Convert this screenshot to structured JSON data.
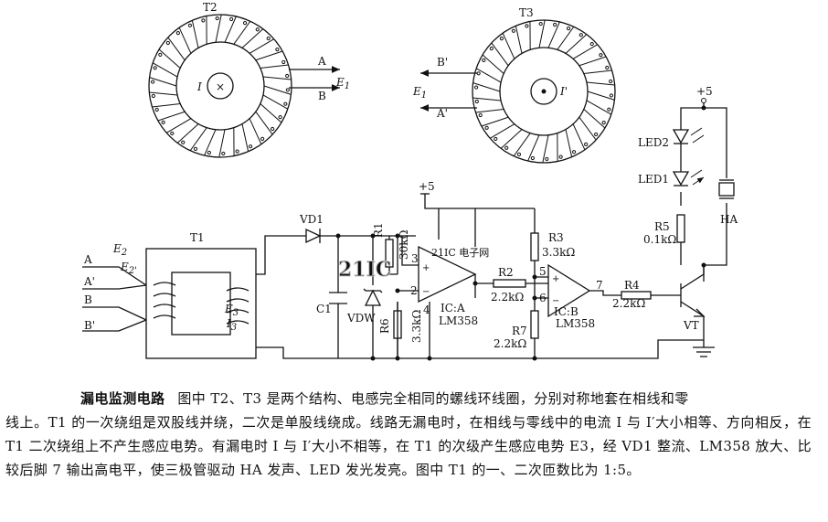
{
  "diagram": {
    "coil_left": {
      "name": "T2",
      "current": "I",
      "out_a": "A",
      "out_b": "B",
      "emf": "E",
      "emf_sub": "1"
    },
    "coil_right": {
      "name": "T3",
      "current": "I'",
      "out_a": "B'",
      "out_b": "A'",
      "emf": "E",
      "emf_sub": "1"
    },
    "transformer": {
      "name": "T1",
      "in_a": "A",
      "in_a2": "A'",
      "in_b": "B",
      "in_b2": "B'",
      "e2": "E",
      "e2_sub": "2",
      "e2p": "E",
      "e2p_sub": "2'",
      "e3": "E",
      "e3_sub": "3",
      "i3": "I",
      "i3_sub": "3"
    },
    "components": {
      "vd1": "VD1",
      "c1": "C1",
      "vdw": "VDW",
      "r1": "R1",
      "r1_val": "30kΩ",
      "r6": "R6",
      "r6_val": "3.3kΩ",
      "ica": "IC:A",
      "ica_part": "LM358",
      "icb": "IC:B",
      "icb_part": "LM358",
      "r2": "R2",
      "r2_val": "2.2kΩ",
      "r3": "R3",
      "r3_val": "3.3kΩ",
      "r7": "R7",
      "r7_val": "2.2kΩ",
      "r4": "R4",
      "r4_val": "2.2kΩ",
      "r5": "R5",
      "r5_val": "0.1kΩ",
      "led2": "LED2",
      "led1": "LED1",
      "ha": "HA",
      "vt": "VT",
      "vcc": "+5",
      "vcc2": "+5"
    },
    "pins": {
      "p2": "2",
      "p3": "3",
      "p4": "4",
      "p5": "5",
      "p6": "6",
      "p7": "7"
    },
    "watermark": "21IC 电子网"
  },
  "caption": {
    "title": "漏电监测电路",
    "first_line": "图中 T2、T3 是两个结构、电感完全相同的螺线环线圈，分别对称地套在相线和零",
    "rest": "线上。T1 的一次绕组是双股线并绕，二次是单股线绕成。线路无漏电时，在相线与零线中的电流 I 与 I′大小相等、方向相反，在 T1 二次绕组上不产生感应电势。有漏电时 I 与 I′大小不相等，在 T1 的次级产生感应电势 E3，经 VD1 整流、LM358 放大、比较后脚 7 输出高电平，使三极管驱动 HA 发声、LED 发光发亮。图中 T1 的一、二次匝数比为 1:5。"
  }
}
